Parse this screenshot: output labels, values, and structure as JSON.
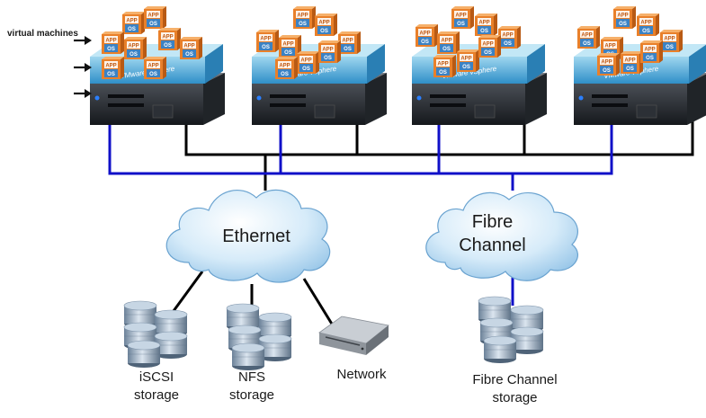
{
  "labels": {
    "virtual_machines": "virtual machines",
    "hypervisor": "VMware vSphere",
    "app": "APP",
    "os": "OS",
    "ethernet": "Ethernet",
    "fibre_channel": "Fibre Channel",
    "iscsi_storage": "iSCSI storage",
    "nfs_storage": "NFS storage",
    "network": "Network",
    "fc_storage": "Fibre Channel storage"
  },
  "colors": {
    "ethernet_line": "#000000",
    "fc_line": "#1010c8",
    "hypervisor_band": "#3fa6d6",
    "vm_box": "#e9802a",
    "vm_os_band": "#3b82c4",
    "cloud_fill": "#cfe6f7",
    "cloud_edge": "#6aa3d0",
    "disk": "#8fa7bf"
  },
  "icons": [
    "arrow-right-icon",
    "server-icon",
    "vm-box-icon",
    "cloud-icon",
    "disk-stack-icon",
    "network-switch-icon"
  ]
}
